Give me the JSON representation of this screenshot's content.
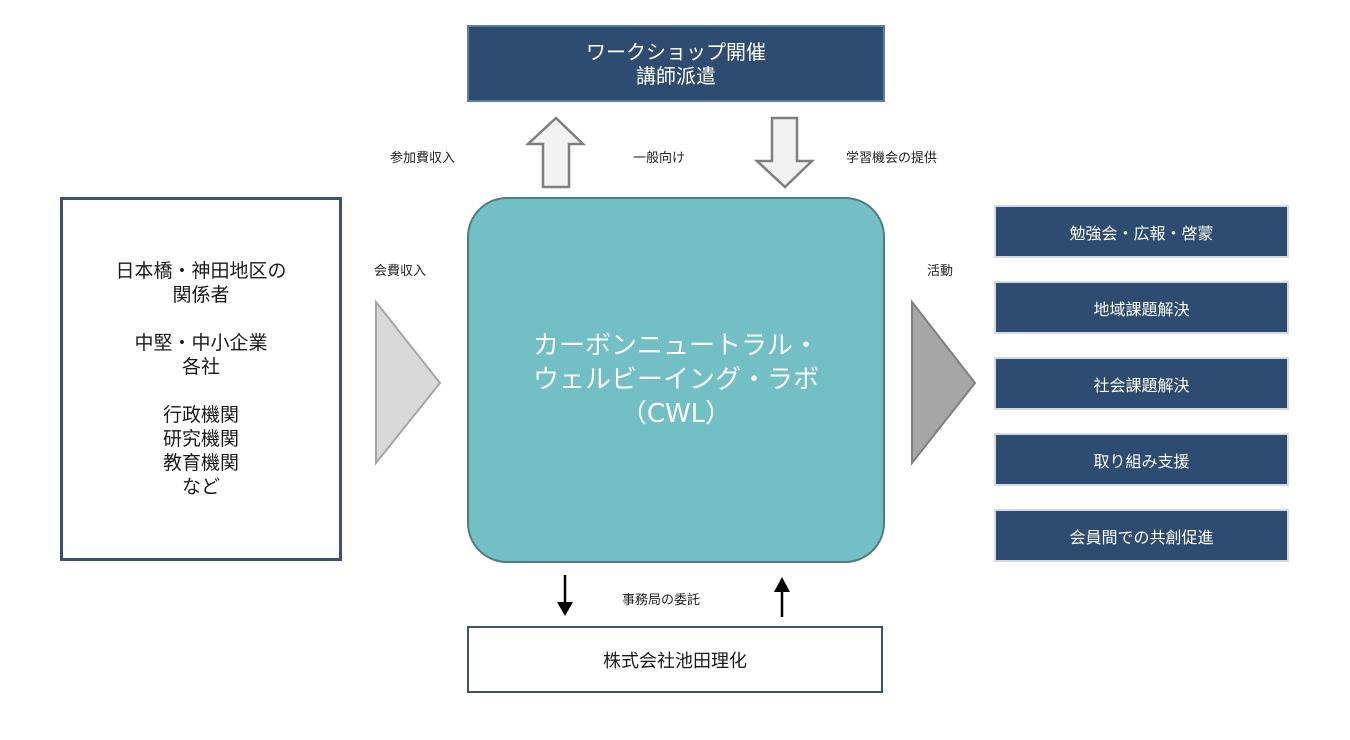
{
  "top_box": {
    "line1": "ワークショップ開催",
    "line2": "講師派遣"
  },
  "labels": {
    "participation_fee": "参加費収入",
    "general_public": "一般向け",
    "learning_opportunity": "学習機会の提供",
    "membership_fee": "会費収入",
    "activities": "活動",
    "secretariat_outsourcing": "事務局の委託"
  },
  "members_box": {
    "groups": [
      [
        "日本橋・神田地区の",
        "関係者"
      ],
      [
        "中堅・中小企業",
        "各社"
      ],
      [
        "行政機関",
        "研究機関",
        "教育機関",
        "など"
      ]
    ]
  },
  "center_box": {
    "line1": "カーボンニュートラル・",
    "line2": "ウェルビーイング・ラボ",
    "line3": "（CWL）"
  },
  "activities": [
    "勉強会・広報・啓蒙",
    "地域課題解決",
    "社会課題解決",
    "取り組み支援",
    "会員間での共創促進"
  ],
  "bottom_box": {
    "label": "株式会社池田理化"
  },
  "colors": {
    "navy": "#2e4b72",
    "teal": "#72bfc6",
    "arrow_light": "#d9d9d9",
    "arrow_dark": "#a6a6a6",
    "hollow_arrow_fill": "#f2f2f2"
  }
}
